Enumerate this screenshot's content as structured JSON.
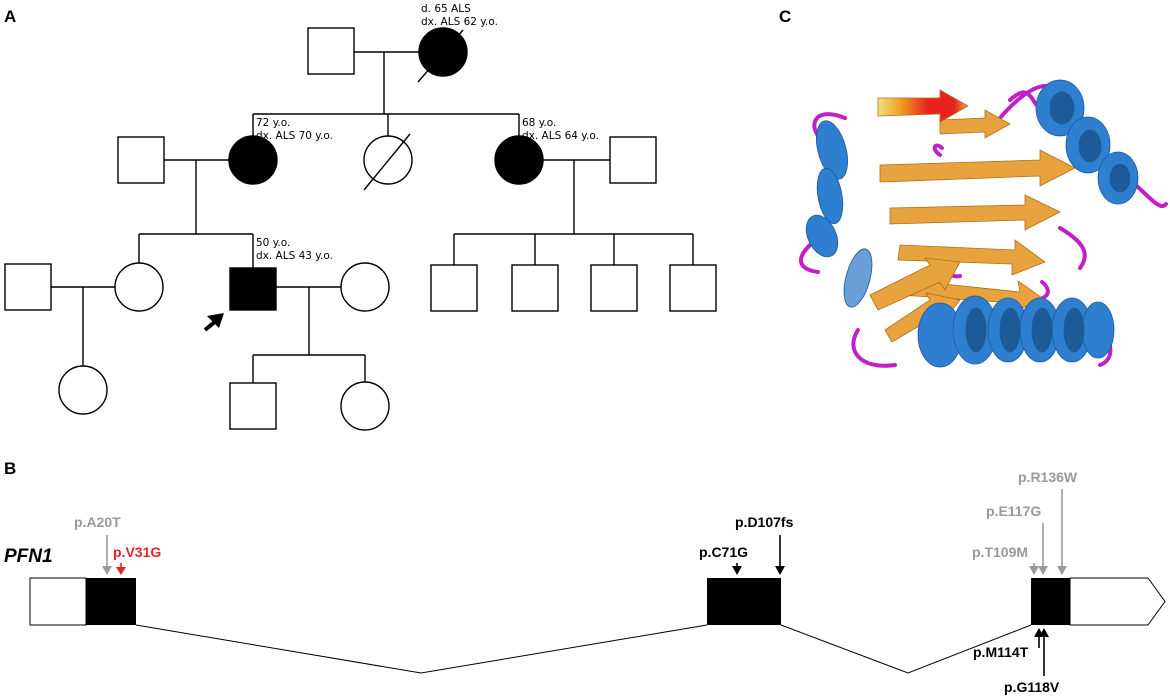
{
  "panels": {
    "a": "A",
    "b": "B",
    "c": "C"
  },
  "pedigree": {
    "grandmother_note_1": "d. 65 ALS",
    "grandmother_note_2": "dx. ALS 62 y.o.",
    "mother_note_1": "72 y.o.",
    "mother_note_2": "dx. ALS 70 y.o.",
    "aunt_note_1": "68 y.o.",
    "aunt_note_2": "dx. ALS 64 y.o.",
    "proband_note_1": "50 y.o.",
    "proband_note_2": "dx. ALS 43 y.o."
  },
  "gene": {
    "name": "PFN1",
    "mutations": {
      "a20t": "p.A20T",
      "v31g": "p.V31G",
      "c71g": "p.C71G",
      "d107fs": "p.D107fs",
      "t109m": "p.T109M",
      "e117g": "p.E117G",
      "r136w": "p.R136W",
      "m114t": "p.M114T",
      "g118v": "p.G118V"
    }
  },
  "colors": {
    "affected": "#000000",
    "unaffected": "#ffffff",
    "highlight_mutation": "#e8231f",
    "reported_mutation": "#999999",
    "novel_mutation": "#000000",
    "helix": "#2f7fd0",
    "sheet": "#e8a23e",
    "loop": "#c21fc6",
    "mutation_site": "#e8231f"
  }
}
